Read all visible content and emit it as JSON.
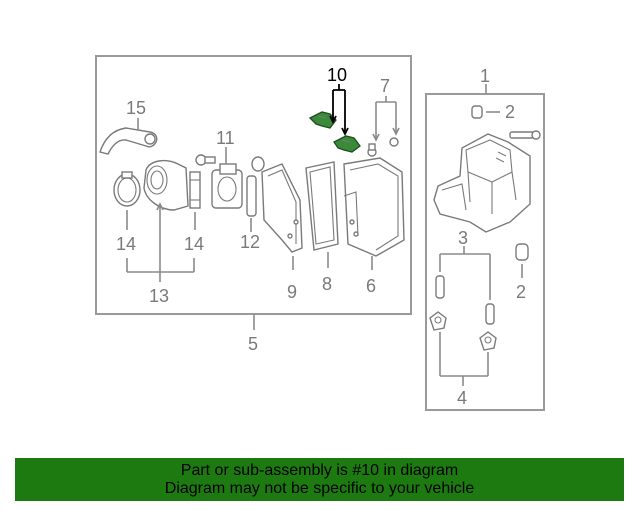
{
  "diagram": {
    "callouts": {
      "c1": "1",
      "c2a": "2",
      "c2b": "2",
      "c3": "3",
      "c4": "4",
      "c5": "5",
      "c6": "6",
      "c7": "7",
      "c8": "8",
      "c9": "9",
      "c10": "10",
      "c11": "11",
      "c12": "12",
      "c13": "13",
      "c14a": "14",
      "c14b": "14",
      "c15": "15"
    },
    "highlighted_part": "10",
    "highlight_color": "#3b8a3a"
  },
  "banner": {
    "line1": "Part or sub-assembly is #10 in diagram",
    "line2": "Diagram may not be specific to your vehicle",
    "background": "#1c7a10"
  }
}
